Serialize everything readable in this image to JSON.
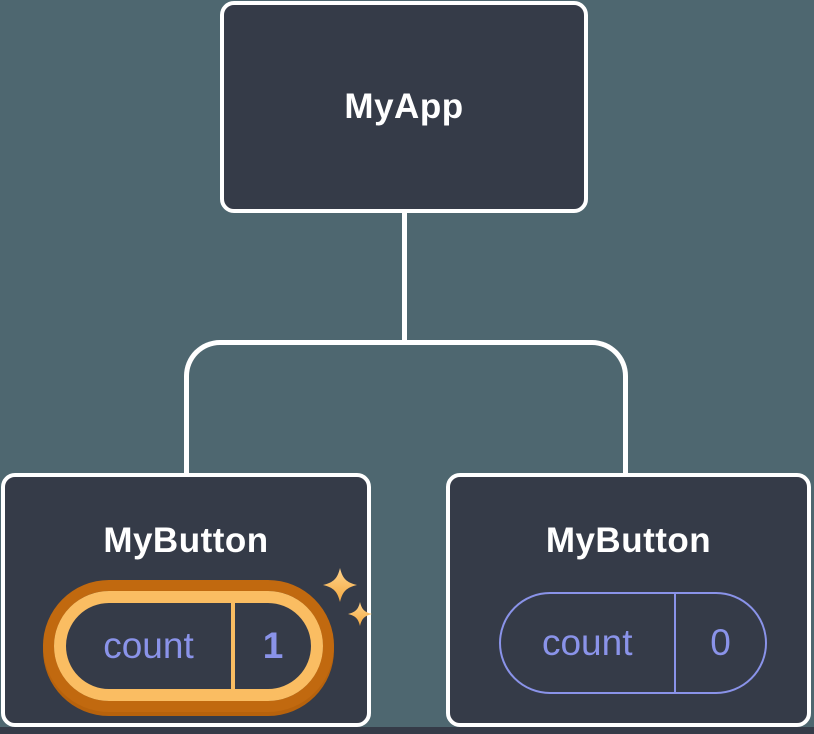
{
  "colors": {
    "background": "#4E6770",
    "node_fill": "#353B48",
    "node_border": "#FFFFFF",
    "state_purple": "#8A93E9",
    "highlight_orange_light": "#FABD62",
    "highlight_orange_dark": "#C1690F",
    "sparkle": "#F9BE67"
  },
  "tree": {
    "root": {
      "label": "MyApp"
    },
    "children": [
      {
        "label": "MyButton",
        "state": {
          "key": "count",
          "value": "1"
        },
        "highlighted": true
      },
      {
        "label": "MyButton",
        "state": {
          "key": "count",
          "value": "0"
        },
        "highlighted": false
      }
    ]
  }
}
